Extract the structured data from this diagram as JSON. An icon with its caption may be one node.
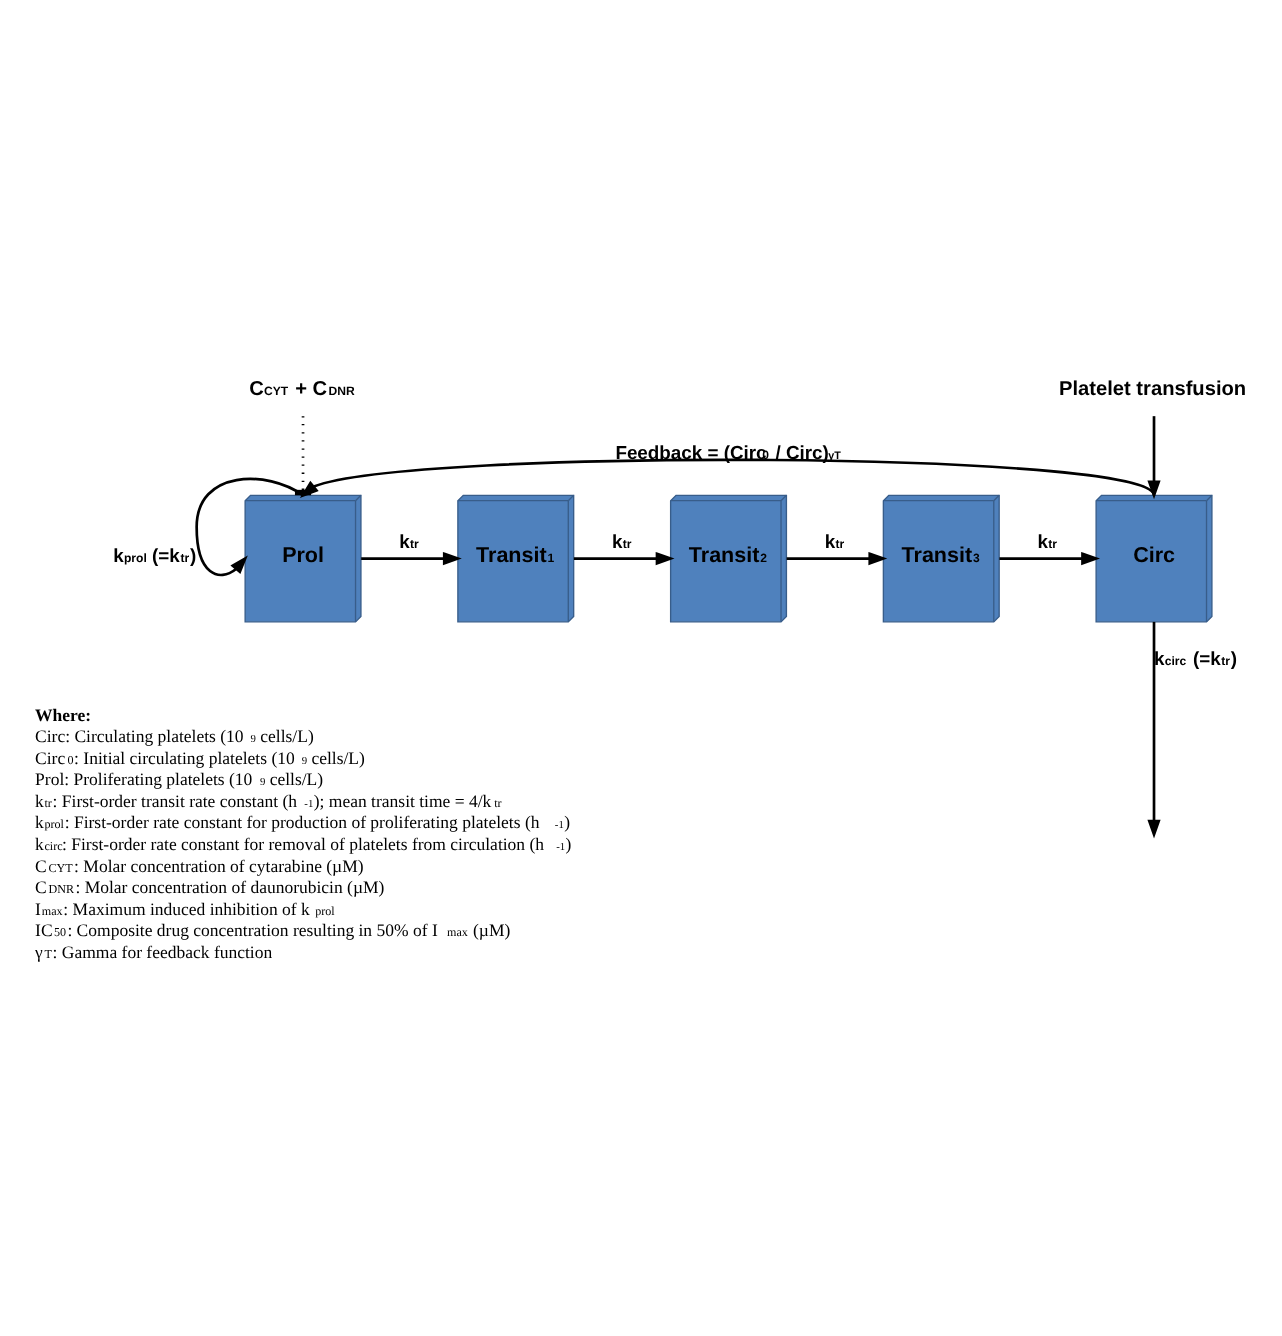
{
  "diagram": {
    "nodes": [
      {
        "text": [
          "C$_{CYT}$ + C$_{DNR}$"
        ]
      },
      {
        "text": [
          "Prol"
        ]
      },
      {
        "text": [
          "Transit$_{1}$"
        ]
      },
      {
        "text": [
          "Transit$_{2}$"
        ]
      },
      {
        "text": [
          "Transit$_{3}$"
        ]
      },
      {
        "text": [
          "Circ"
        ]
      },
      {
        "text": [
          "Platelet transfusion"
        ]
      }
    ],
    "edges": [
      {
        "from": 0,
        "to": 1,
        "arrow": "other",
        "style": "dashed"
      },
      {
        "from": 1,
        "to": 1,
        "arrow": "to",
        "label": "k$_{prol}$ (=k$_{tr}$)"
      },
      {
        "from": 1,
        "to": 2,
        "arrow": "to",
        "label": "k$_{tr}$"
      },
      {
        "from": 2,
        "to": 3,
        "arrow": "to",
        "label": "k$_{tr}$"
      },
      {
        "from": 3,
        "to": 4,
        "arrow": "to",
        "label": "k$_{tr}$"
      },
      {
        "from": 4,
        "to": 5,
        "arrow": "to",
        "label": "k$_{tr}$"
      },
      {
        "from": 5,
        "to": 1,
        "arrow": "to",
        "label": "Feedback = (Circ$_{0}$ / Circ)$^{γT}$"
      },
      {
        "from": 6,
        "to": 5,
        "arrow": "to"
      },
      {
        "from": 5,
        "to": null,
        "arrow": "to",
        "label": "k$_{circ}$ (=k$_{tr}$)"
      }
    ],
    "labels": [
      "Where:",
      "Circ: Circulating platelets (10$^{9}$ cells/L)",
      "Circ$_{0}$: Initial circulating platelets (10$^{9}$ cells/L)",
      "Prol: Proliferating platelets (10$^{9}$ cells/L)",
      "k$_{tr}$: First-order transit rate constant (h$^{-1}$); mean transit time = 4/k$_{tr}$",
      "k$_{prol}$: First-order rate constant for production of proliferating platelets (h$^{-1}$)",
      "k$_{circ}$: First-order rate constant for removal of platelets from circulation (h$^{-1}$)",
      "C$_{CYT}$: Molar concentration of cytarabine (µM)",
      "C$_{DNR}$: Molar concentration of daunorubicin (µM)",
      "I$_{max}$: Maximum induced inhibition of k$_{prol}$",
      "IC$_{50}$: Composite drug concentration resulting in 50% of I$_{max}$ (µM)",
      "γ$_{T}$: Gamma for feedback function"
    ]
  }
}
